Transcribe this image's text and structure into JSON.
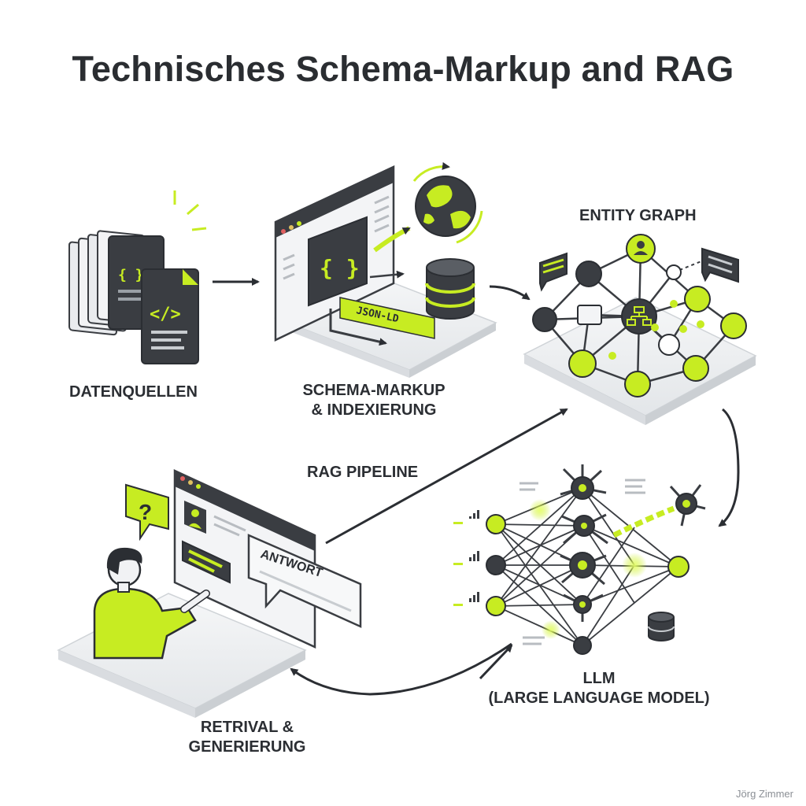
{
  "title": "Technisches Schema-Markup and RAG",
  "labels": {
    "datenquellen": "DATENQUELLEN",
    "schema_line1": "SCHEMA-MARKUP",
    "schema_line2": "& INDEXIERUNG",
    "entity_graph": "ENTITY GRAPH",
    "rag_pipeline": "RAG PIPELINE",
    "llm_line1": "LLM",
    "llm_line2": "(LARGE LANGUAGE MODEL)",
    "retrival_line1": "RETRIVAL &",
    "retrival_line2": "GENERIERUNG"
  },
  "badges": {
    "json_ld": "JSON-LD",
    "antwort": "ANTWORT",
    "question": "?"
  },
  "credit": "Jörg Zimmer",
  "colors": {
    "accent": "#c7ec22",
    "dark": "#3a3d42",
    "platform": "#eef0f2",
    "text": "#2b2e33"
  }
}
